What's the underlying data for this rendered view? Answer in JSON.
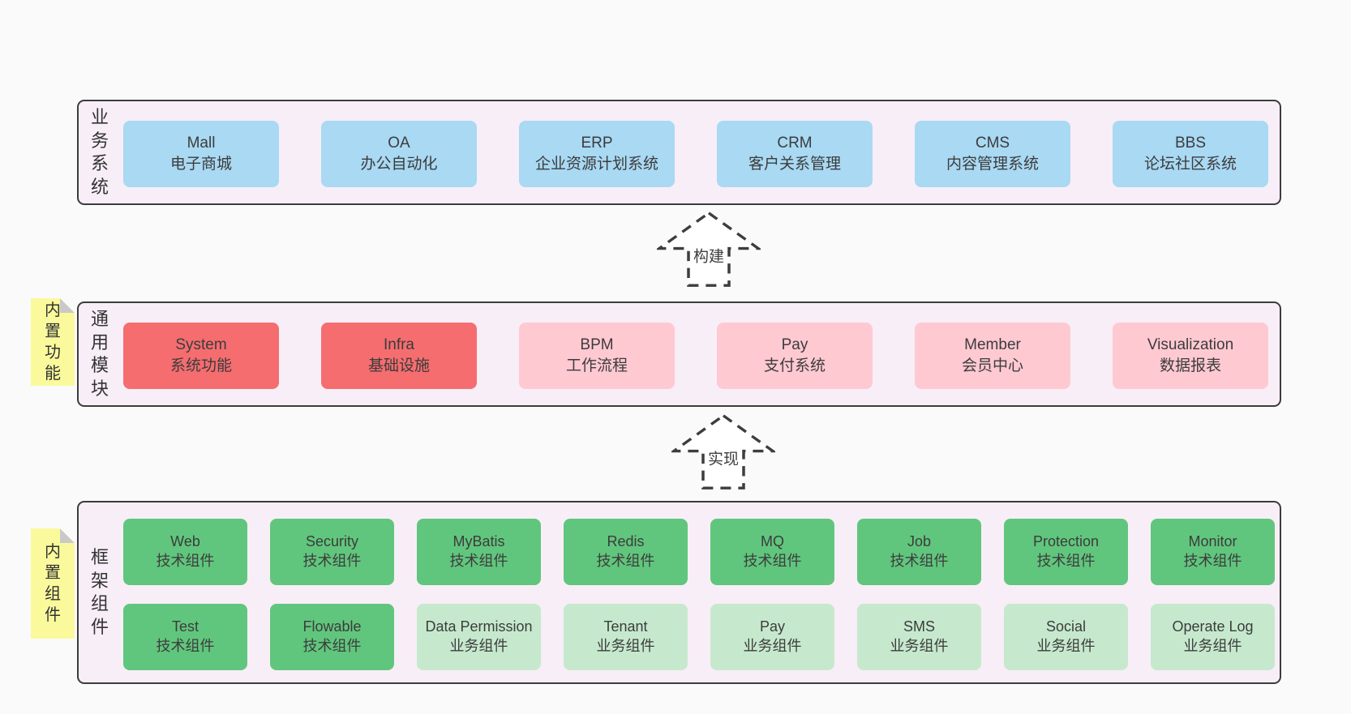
{
  "palette": {
    "pageBg": "#fafafa",
    "panelBg": "#f8eef7",
    "blue": "#a9d9f3",
    "red": "#f56d6f",
    "pink": "#ffc9d2",
    "green": "#61c67d",
    "lightGreen": "#c6e9ce",
    "yellow": "#fafa9d",
    "foldGray": "#c9c9c9",
    "border": "#3c3c3c"
  },
  "business": {
    "label": "业务系统",
    "boxes": [
      {
        "name": "Mall",
        "desc": "电子商城"
      },
      {
        "name": "OA",
        "desc": "办公自动化"
      },
      {
        "name": "ERP",
        "desc": "企业资源计划系统"
      },
      {
        "name": "CRM",
        "desc": "客户关系管理"
      },
      {
        "name": "CMS",
        "desc": "内容管理系统"
      },
      {
        "name": "BBS",
        "desc": "论坛社区系统"
      }
    ]
  },
  "arrows": [
    {
      "label": "构建"
    },
    {
      "label": "实现"
    }
  ],
  "modules": {
    "label": "通用模块",
    "tab": "内置功能",
    "boxes": [
      {
        "name": "System",
        "desc": "系统功能"
      },
      {
        "name": "Infra",
        "desc": "基础设施"
      },
      {
        "name": "BPM",
        "desc": "工作流程"
      },
      {
        "name": "Pay",
        "desc": "支付系统"
      },
      {
        "name": "Member",
        "desc": "会员中心"
      },
      {
        "name": "Visualization",
        "desc": "数据报表"
      }
    ]
  },
  "framework": {
    "label": "框架组件",
    "tab": "内置组件",
    "row1": [
      {
        "name": "Web",
        "desc": "技术组件"
      },
      {
        "name": "Security",
        "desc": "技术组件"
      },
      {
        "name": "MyBatis",
        "desc": "技术组件"
      },
      {
        "name": "Redis",
        "desc": "技术组件"
      },
      {
        "name": "MQ",
        "desc": "技术组件"
      },
      {
        "name": "Job",
        "desc": "技术组件"
      },
      {
        "name": "Protection",
        "desc": "技术组件"
      },
      {
        "name": "Monitor",
        "desc": "技术组件"
      }
    ],
    "row2": [
      {
        "name": "Test",
        "desc": "技术组件"
      },
      {
        "name": "Flowable",
        "desc": "技术组件"
      },
      {
        "name": "Data Permission",
        "desc": "业务组件"
      },
      {
        "name": "Tenant",
        "desc": "业务组件"
      },
      {
        "name": "Pay",
        "desc": "业务组件"
      },
      {
        "name": "SMS",
        "desc": "业务组件"
      },
      {
        "name": "Social",
        "desc": "业务组件"
      },
      {
        "name": "Operate Log",
        "desc": "业务组件"
      }
    ]
  }
}
